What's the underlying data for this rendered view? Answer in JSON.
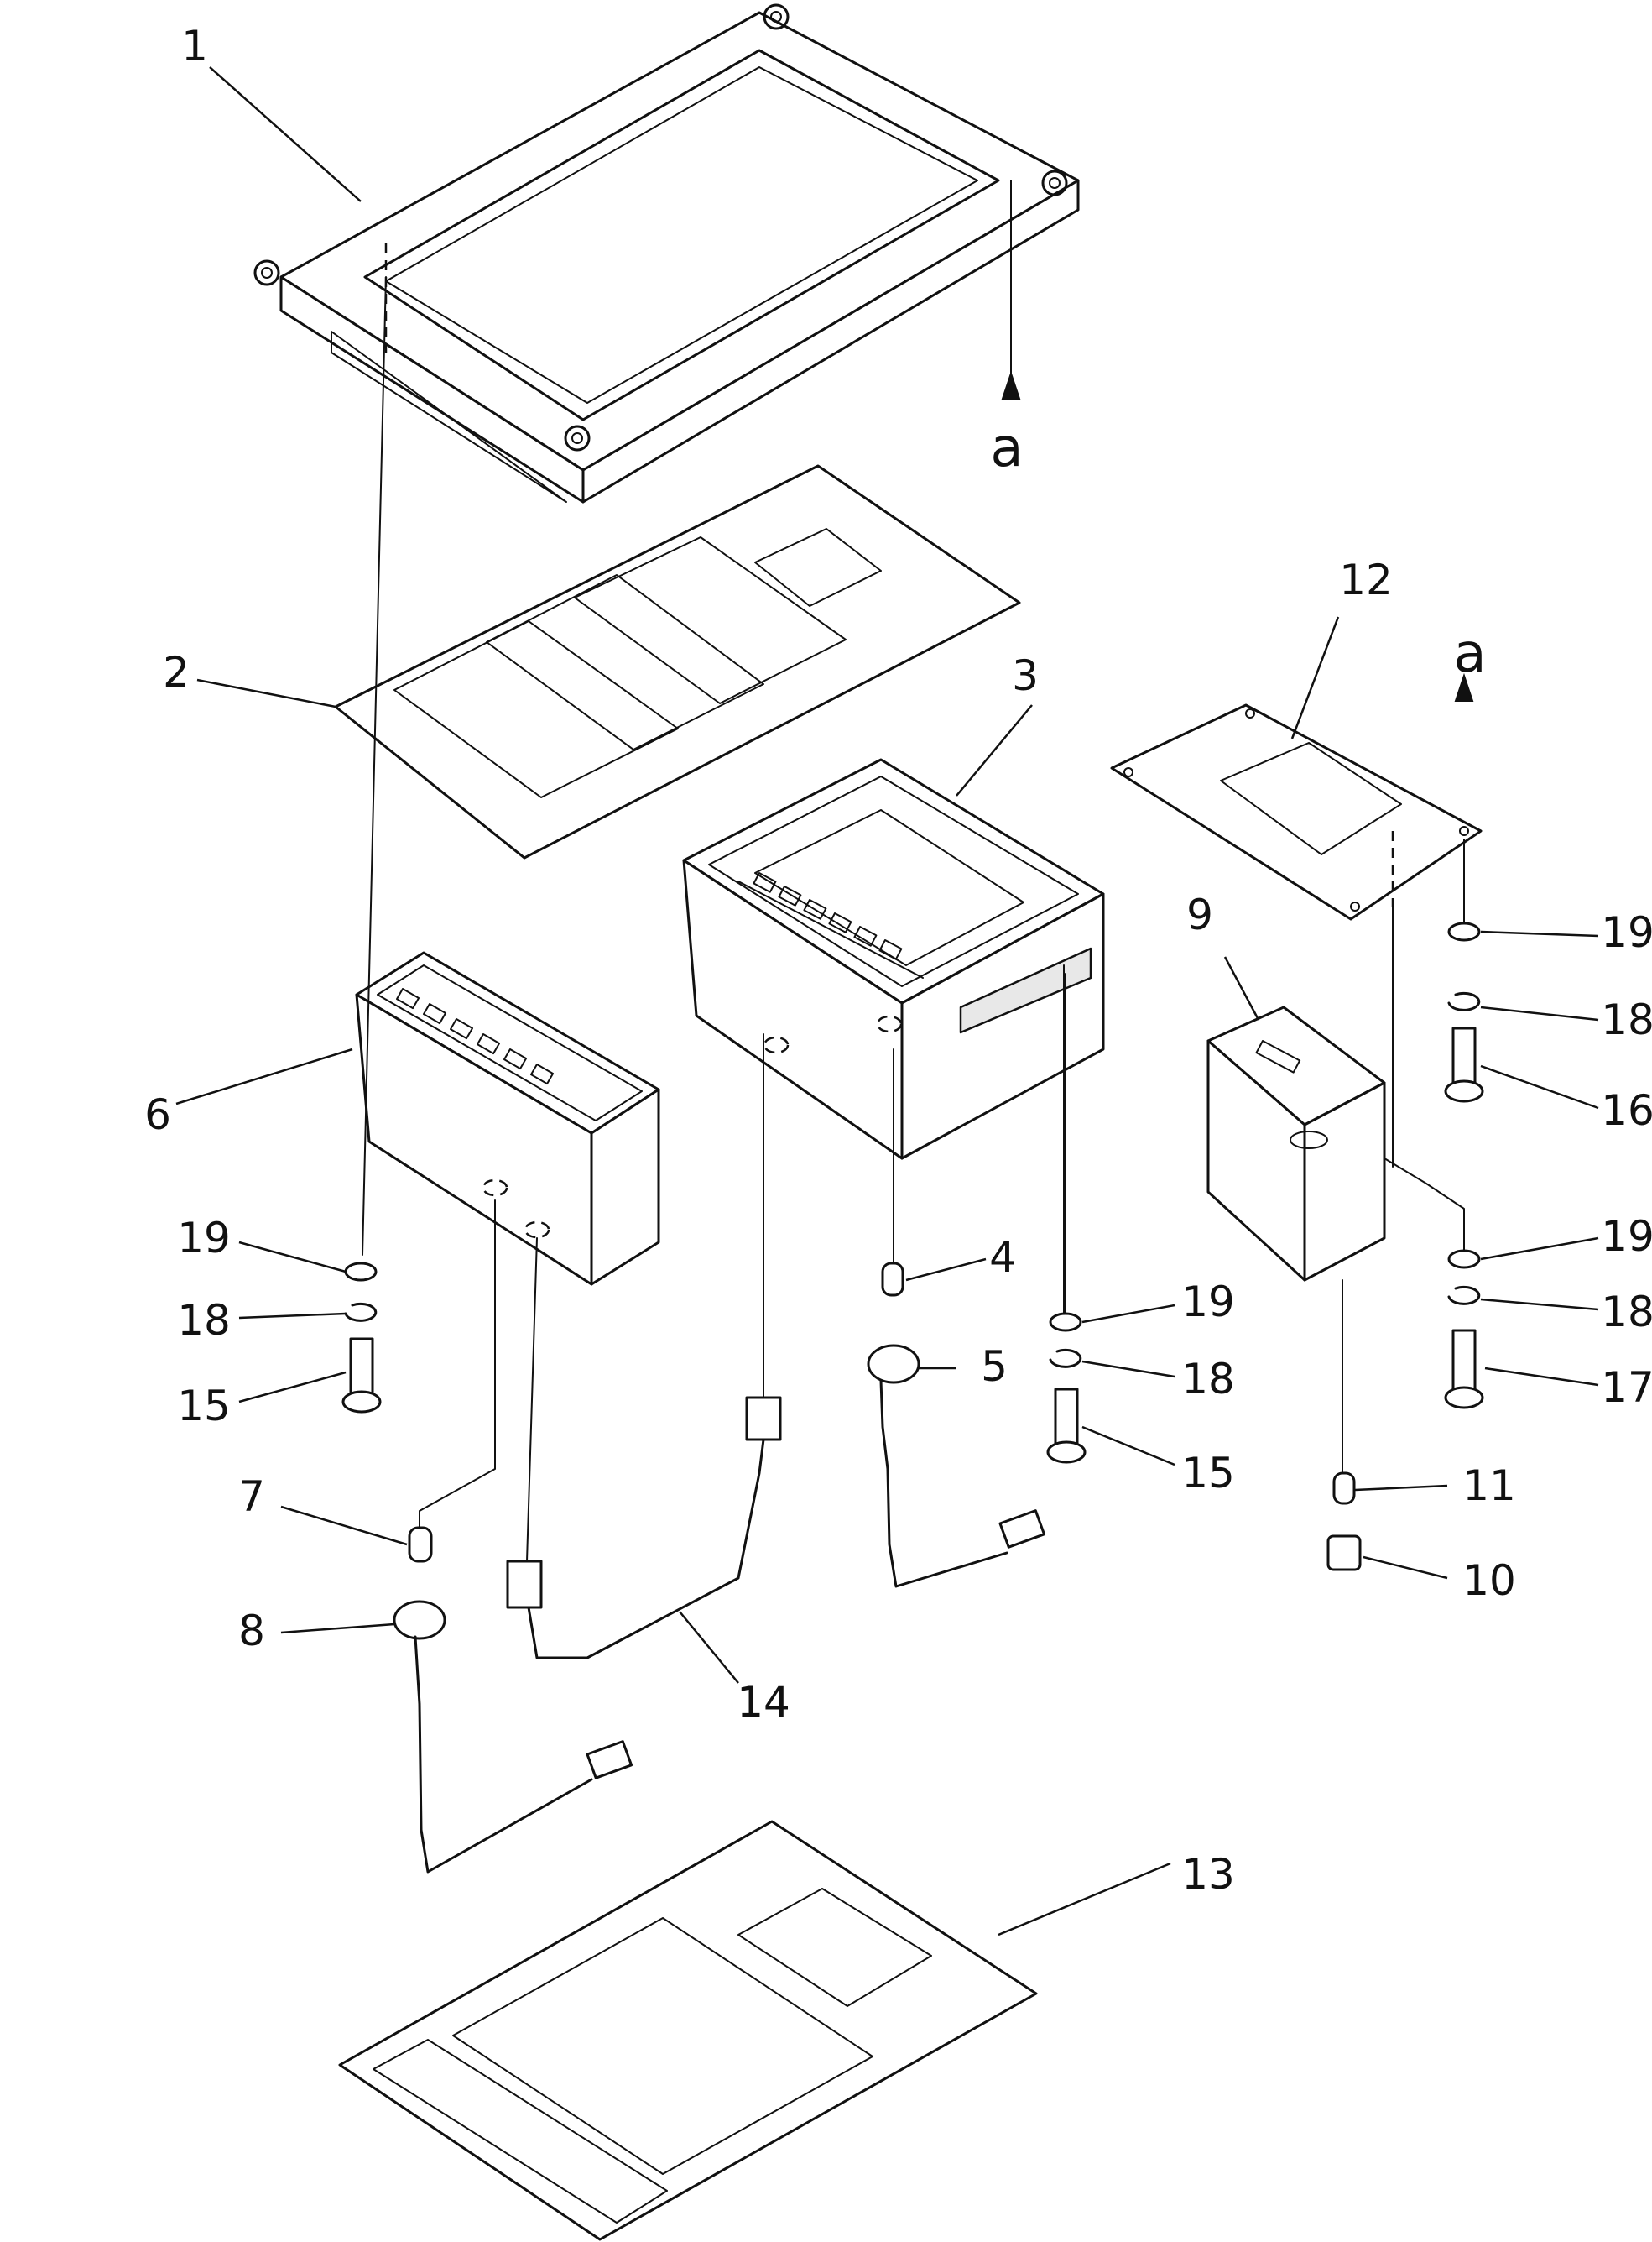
{
  "diagram": {
    "callouts": [
      {
        "id": "c1",
        "label": "1"
      },
      {
        "id": "c2",
        "label": "2"
      },
      {
        "id": "c3",
        "label": "3"
      },
      {
        "id": "c4",
        "label": "4"
      },
      {
        "id": "c5",
        "label": "5"
      },
      {
        "id": "c6",
        "label": "6"
      },
      {
        "id": "c7",
        "label": "7"
      },
      {
        "id": "c8",
        "label": "8"
      },
      {
        "id": "c9",
        "label": "9"
      },
      {
        "id": "c10",
        "label": "10"
      },
      {
        "id": "c11",
        "label": "11"
      },
      {
        "id": "c12",
        "label": "12"
      },
      {
        "id": "c13",
        "label": "13"
      },
      {
        "id": "c14",
        "label": "14"
      },
      {
        "id": "c15a",
        "label": "15"
      },
      {
        "id": "c15b",
        "label": "15"
      },
      {
        "id": "c16",
        "label": "16"
      },
      {
        "id": "c17",
        "label": "17"
      },
      {
        "id": "c18a",
        "label": "18"
      },
      {
        "id": "c18b",
        "label": "18"
      },
      {
        "id": "c18c",
        "label": "18"
      },
      {
        "id": "c18d",
        "label": "18"
      },
      {
        "id": "c19a",
        "label": "19"
      },
      {
        "id": "c19b",
        "label": "19"
      },
      {
        "id": "c19c",
        "label": "19"
      },
      {
        "id": "c19d",
        "label": "19"
      }
    ],
    "reference_marks": [
      {
        "id": "ref-top",
        "label": "a"
      },
      {
        "id": "ref-right",
        "label": "a"
      }
    ]
  }
}
